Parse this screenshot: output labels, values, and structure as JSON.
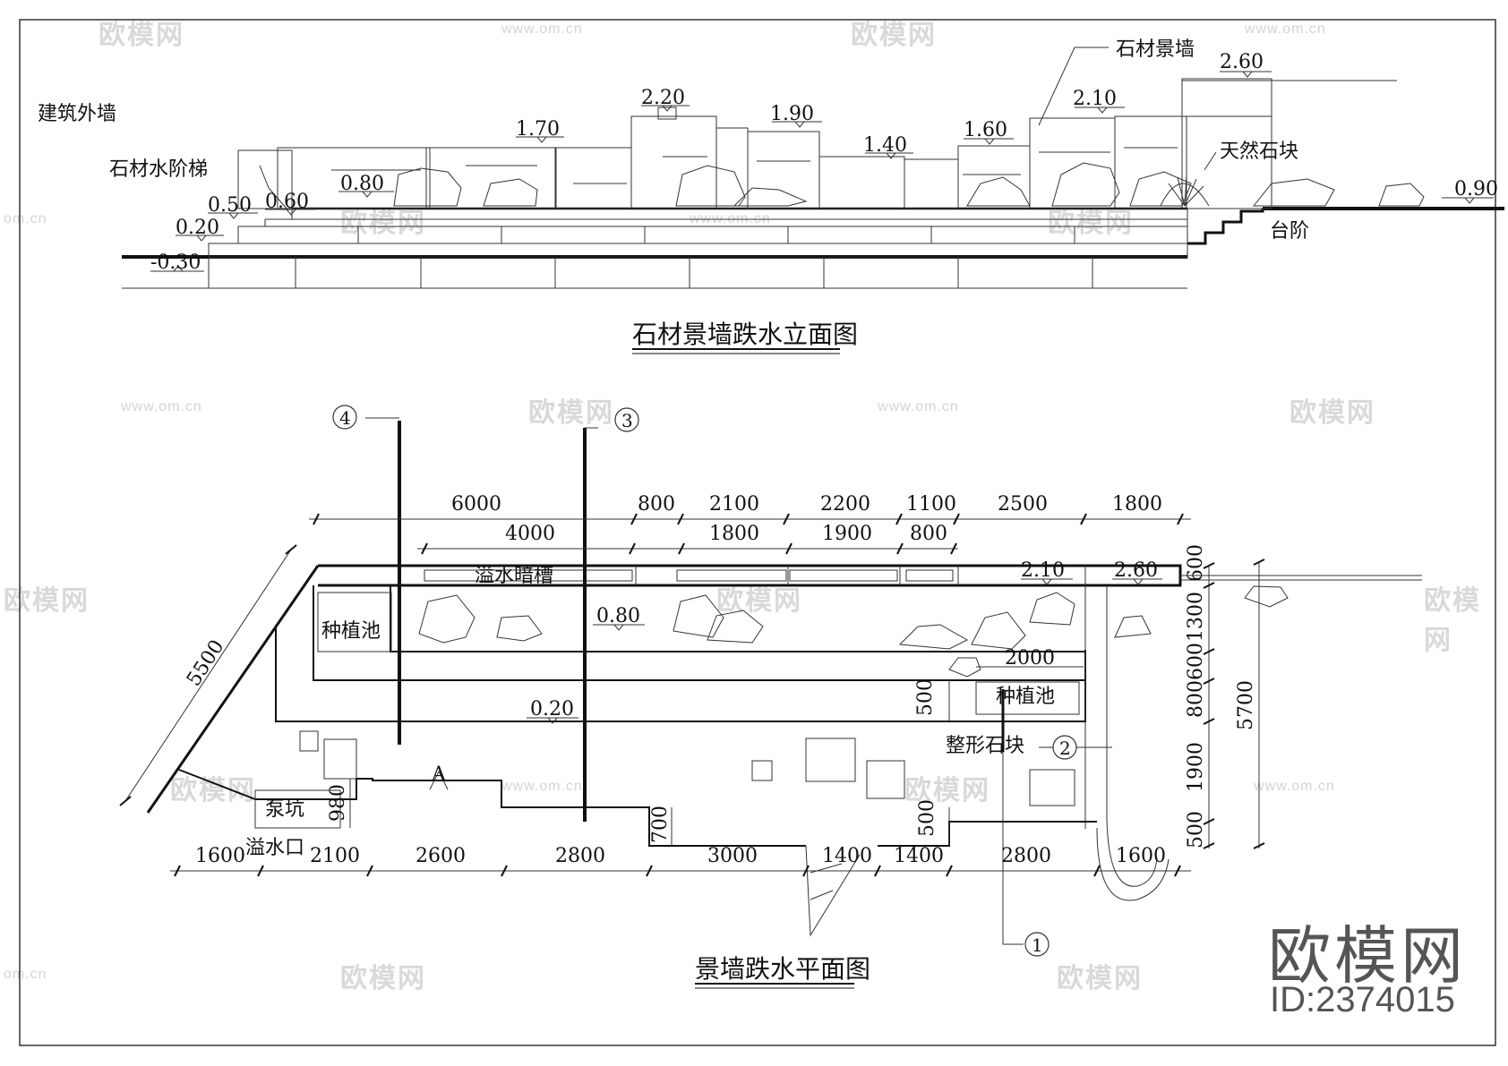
{
  "elevation": {
    "title": "石材景墙跌水立面图",
    "labels": {
      "building_wall": "建筑外墙",
      "stone_steps": "石材水阶梯",
      "stone_wall": "石材景墙",
      "natural_stone": "天然石块",
      "steps": "台阶"
    },
    "levels": [
      "2.60",
      "2.20",
      "2.10",
      "1.90",
      "1.70",
      "1.60",
      "1.40",
      "0.80",
      "0.60",
      "0.50",
      "0.20",
      "-0.30",
      "0.90"
    ]
  },
  "plan": {
    "title": "景墙跌水平面图",
    "labels": {
      "overflow_trough": "溢水暗槽",
      "planter_left": "种植池",
      "planter_right": "种植池",
      "shaped_stone": "整形石块",
      "pump_pit": "泵坑",
      "overflow_outlet": "溢水口",
      "section_a": "A"
    },
    "levels": [
      "0.80",
      "0.20",
      "2.10",
      "2.60"
    ],
    "top_dims_outer": [
      "6000",
      "800",
      "2100",
      "2200",
      "1100",
      "2500",
      "1800"
    ],
    "top_dims_inner": [
      "4000",
      "1800",
      "1900",
      "800"
    ],
    "bottom_dims": [
      "1600",
      "2100",
      "2600",
      "2800",
      "3000",
      "1400",
      "1400",
      "2800",
      "1600"
    ],
    "right_dims": [
      "600",
      "1300",
      "600",
      "800",
      "1900",
      "500"
    ],
    "right_total": "5700",
    "misc_dims": [
      "5500",
      "980",
      "700",
      "500",
      "500",
      "2000"
    ],
    "section_markers": [
      "4",
      "3",
      "2",
      "1"
    ]
  },
  "watermarks": {
    "brand": "欧模网",
    "site": "www.om.cn",
    "site_short": "om.cn"
  },
  "brand": {
    "name": "欧模网",
    "id": "ID:2374015"
  }
}
